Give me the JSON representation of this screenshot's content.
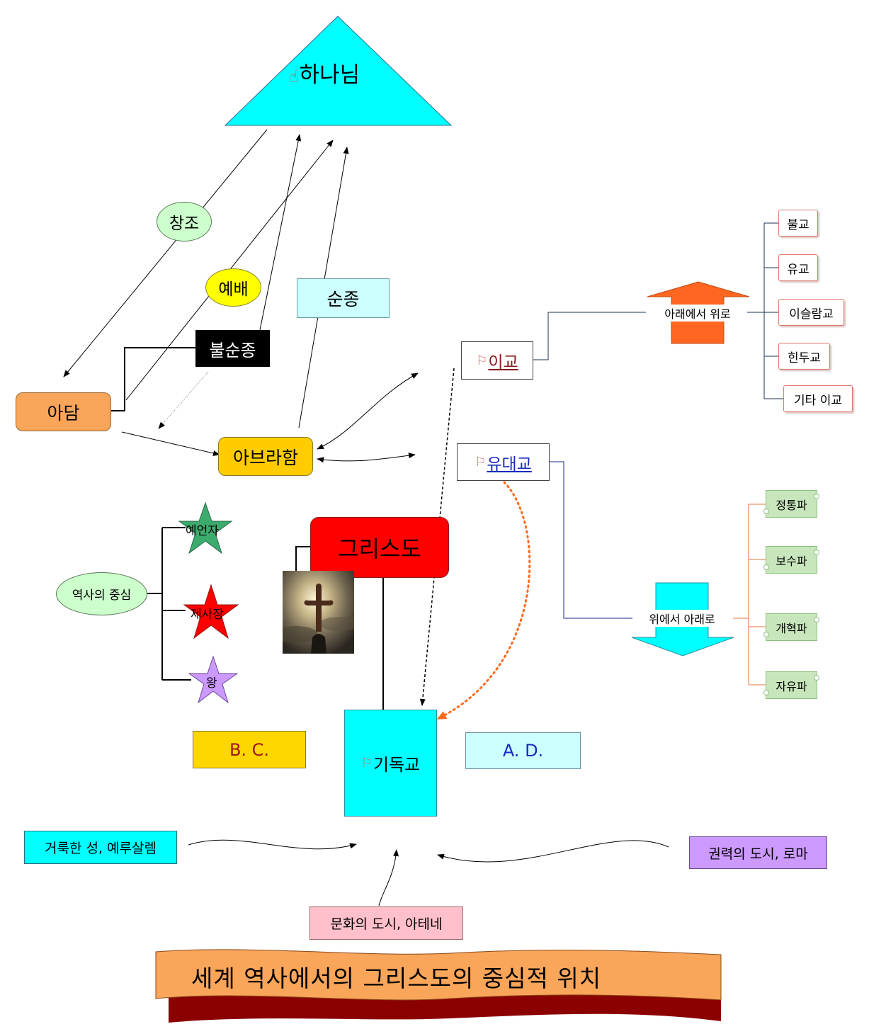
{
  "god": {
    "icon": "pointing-hand-icon",
    "label": "하나님"
  },
  "relations": {
    "creation": "창조",
    "worship": "예배",
    "obedience": "순종",
    "disobedience": "불순종"
  },
  "people": {
    "adam": "아담",
    "abraham": "아브라함"
  },
  "history_center": {
    "label": "역사의 중심",
    "roles": [
      "예언자",
      "제사장",
      "왕"
    ]
  },
  "christ": {
    "label": "그리스도",
    "image": "cross-photo"
  },
  "religions": {
    "pagan": {
      "icon": "flag-icon",
      "label": "이교"
    },
    "judaism": {
      "icon": "flag-icon",
      "label": "유대교"
    },
    "christianity": {
      "icon": "flag-icon",
      "label": "기독교"
    }
  },
  "directions": {
    "up": "아래에서 위로",
    "down": "위에서 아래로"
  },
  "pagan_list": [
    "불교",
    "유교",
    "이슬람교",
    "힌두교",
    "기타 이교"
  ],
  "judaism_list": [
    "정통파",
    "보수파",
    "개혁파",
    "자유파"
  ],
  "eras": {
    "bc": "B. C.",
    "ad": "A. D."
  },
  "cities": {
    "jerusalem": "거룩한 성, 예루살렘",
    "athens": "문화의 도시, 아테네",
    "rome": "권력의 도시, 로마"
  },
  "banner": {
    "title": "세계 역사에서의 그리스도의 중심적 위치"
  },
  "colors": {
    "cyan": "#00ffff",
    "adam_orange": "#f9a55a",
    "abraham_gold": "#ffcc00",
    "christ_red": "#ff0000",
    "up_arrow": "#ff6620",
    "bc_gold": "#ffd700",
    "ad_cyan": "#ccffff",
    "rome_purple": "#cc99ff",
    "athens_pink": "#ffc0cb"
  }
}
